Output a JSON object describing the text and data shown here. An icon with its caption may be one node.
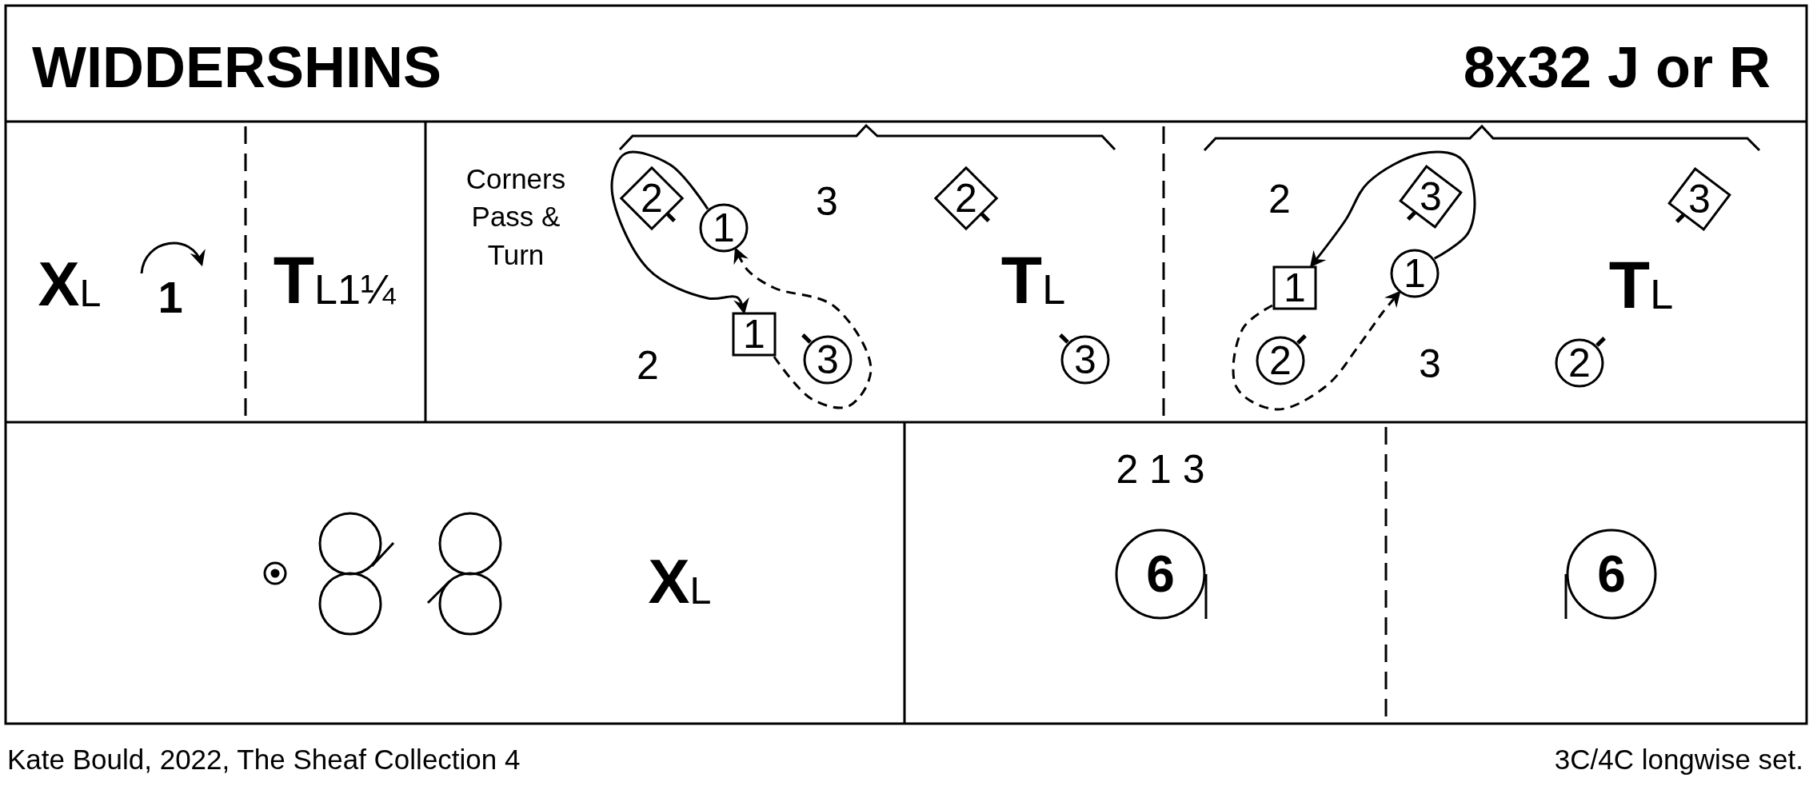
{
  "diagram": {
    "title": "WIDDERSHINS",
    "nodes": [
      {
        "text": [
          "2"
        ]
      },
      {
        "text": [
          "1"
        ]
      },
      {
        "text": [
          "1"
        ]
      },
      {
        "text": [
          "3"
        ]
      },
      {
        "text": [
          "2"
        ]
      },
      {
        "text": [
          "3"
        ]
      },
      {
        "text": [
          "3"
        ]
      },
      {
        "text": [
          "1"
        ]
      },
      {
        "text": [
          "1"
        ]
      },
      {
        "text": [
          "2"
        ]
      },
      {
        "text": [
          "3"
        ]
      },
      {
        "text": [
          "2"
        ]
      },
      {
        "text": [
          "6"
        ]
      },
      {
        "text": [
          "6"
        ]
      }
    ],
    "edges": [
      {
        "from": 1,
        "to": 2,
        "arrow": "to"
      },
      {
        "from": 2,
        "to": 1,
        "arrow": "to",
        "style": "dashed"
      },
      {
        "from": 8,
        "to": 7,
        "arrow": "to"
      },
      {
        "from": 7,
        "to": 8,
        "arrow": "to",
        "style": "dashed"
      }
    ],
    "labels": [
      "8x32 J or R",
      "**X**$_{L}$",
      "1",
      "**T**$_{L1¼}$",
      "Corners Pass & Turn",
      "3",
      "**T**$_{L}$",
      "2",
      "2",
      "**T**$_{L}$",
      "3",
      "**X**$_{L}$",
      "2 1 3",
      "Kate Bould, 2022, The Sheaf Collection 4",
      "3C/4C longwise set."
    ]
  }
}
